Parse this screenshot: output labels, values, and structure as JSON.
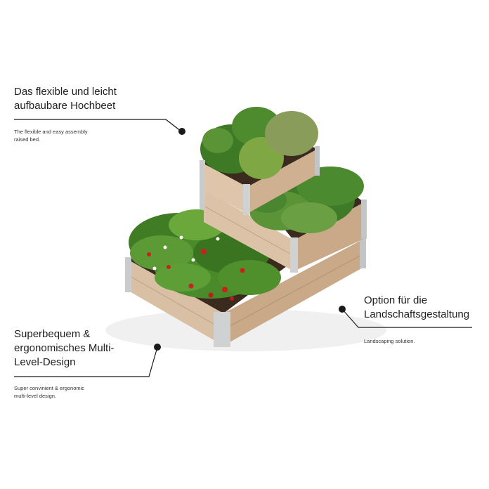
{
  "callouts": {
    "top_left": {
      "title_line1": "Das flexible und leicht",
      "title_line2": "aufbaubare Hochbeet",
      "sub_line1": "The flexible and easy assembly",
      "sub_line2": "raised bed."
    },
    "right": {
      "title_line1": "Option für die",
      "title_line2": "Landschaftsgestaltung",
      "sub_line1": "Landscaping solution."
    },
    "bottom_left": {
      "title_line1": "Superbequem &",
      "title_line2": "ergonomisches Multi-",
      "title_line3": "Level-Design",
      "sub_line1": "Super convinient & ergonomic",
      "sub_line2": "multi-level design."
    }
  },
  "colors": {
    "wood_light": "#e2c9ae",
    "wood_mid": "#d2b497",
    "wood_dark": "#b99a7d",
    "metal": "#c9cbcc",
    "leaf_dark": "#2f6b1f",
    "leaf_mid": "#4d8c2a",
    "leaf_light": "#7db343",
    "berry": "#c8221c",
    "line": "#1a1a1a"
  }
}
